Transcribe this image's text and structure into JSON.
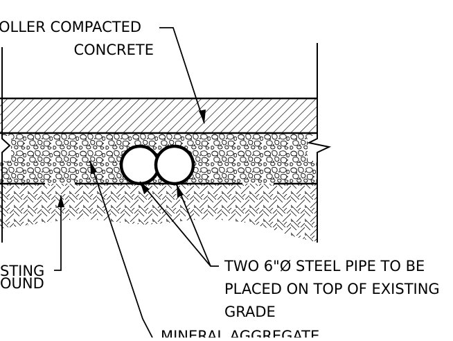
{
  "labels": {
    "rcc_line1": "OLLER COMPACTED",
    "rcc_line2": "CONCRETE",
    "ground_line1": "STING",
    "ground_line2": "OUND",
    "pipe_line1": "TWO 6\"Ø STEEL PIPE TO BE",
    "pipe_line2": "PLACED ON TOP OF EXISTING",
    "pipe_line3": "GRADE",
    "aggregate_line1": "MINERAL AGGREGATE"
  },
  "drawing": {
    "line_color": "#000000",
    "background": "#ffffff",
    "pipe_count": 2,
    "layers": [
      "roller-compacted-concrete",
      "mineral-aggregate",
      "existing-ground"
    ]
  }
}
